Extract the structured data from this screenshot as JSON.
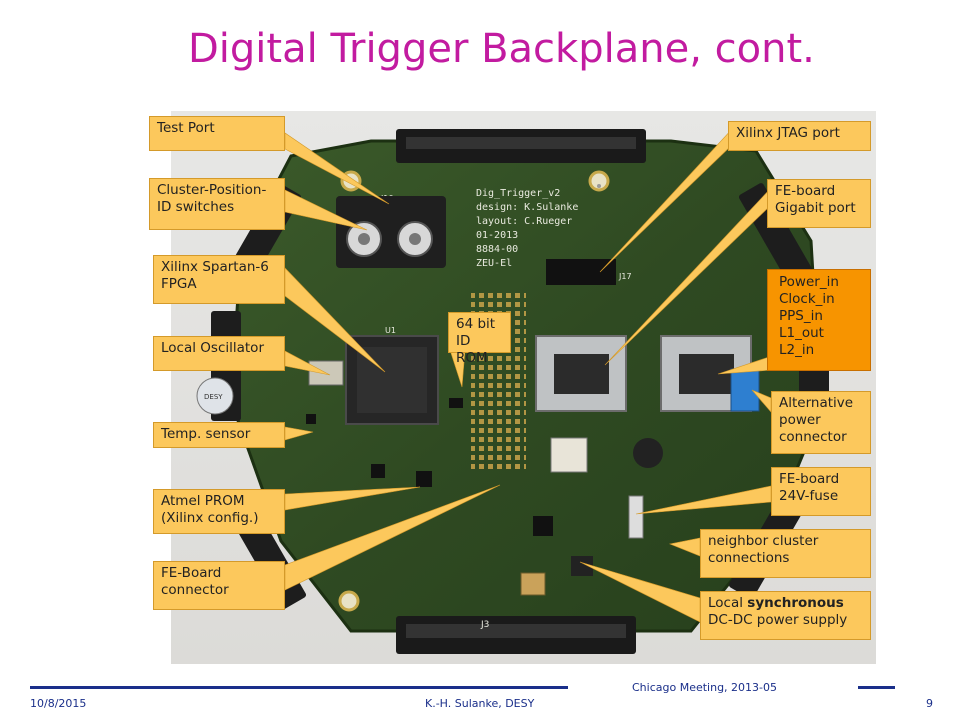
{
  "slide": {
    "title": "Digital Trigger Backplane, cont.",
    "footer": {
      "date": "10/8/2015",
      "author": "K.-H. Sulanke, DESY",
      "meeting": "Chicago Meeting, 2013-05",
      "page": "9"
    },
    "board": {
      "silk_main": "Dig_Trigger_v2",
      "silk_design": "design: K.Sulanke",
      "silk_layout": "layout: C.Rueger",
      "silk_date": "01-2013",
      "silk_code": "8884-00",
      "silk_zeu": "ZEU-El",
      "logo": "DESY",
      "connector_top": "J10",
      "connector_bottom": "J3",
      "jtag_ref": "J17",
      "u1": "U1"
    },
    "callouts": {
      "test_port": "Test Port",
      "cluster_switch_1": "Cluster-Position-",
      "cluster_switch_2": "ID switches",
      "fpga_1": "Xilinx Spartan-6",
      "fpga_2": "FPGA",
      "oscillator": "Local Oscillator",
      "temp_sensor": "Temp. sensor",
      "prom_1": "Atmel PROM",
      "prom_2": "(Xilinx config.)",
      "fe_connector_1": "FE-Board",
      "fe_connector_2": "connector",
      "id_rom_1": "64 bit",
      "id_rom_2": "ID ROM",
      "jtag": "Xilinx JTAG port",
      "fe_gigabit_1": "FE-board",
      "fe_gigabit_2": "Gigabit port",
      "power_in": "Power_in",
      "clock_in": "Clock_in",
      "pps_in": "PPS_in",
      "l1_out": "L1_out",
      "l2_in": "L2_in",
      "alt_power_1": "Alternative",
      "alt_power_2": "power",
      "alt_power_3": "connector",
      "fuse_1": "FE-board",
      "fuse_2": "24V-fuse",
      "neighbor_1": "neighbor cluster",
      "neighbor_2": "connections",
      "dcdc_1a": "Local ",
      "dcdc_1b": "synchronous",
      "dcdc_2": "DC-DC power supply"
    },
    "colors": {
      "title": "#c21ba0",
      "callout": "#fcc85c",
      "callout_highlight": "#f79400",
      "footer": "#1a2f8a",
      "pcb": "#2f4a22"
    }
  }
}
